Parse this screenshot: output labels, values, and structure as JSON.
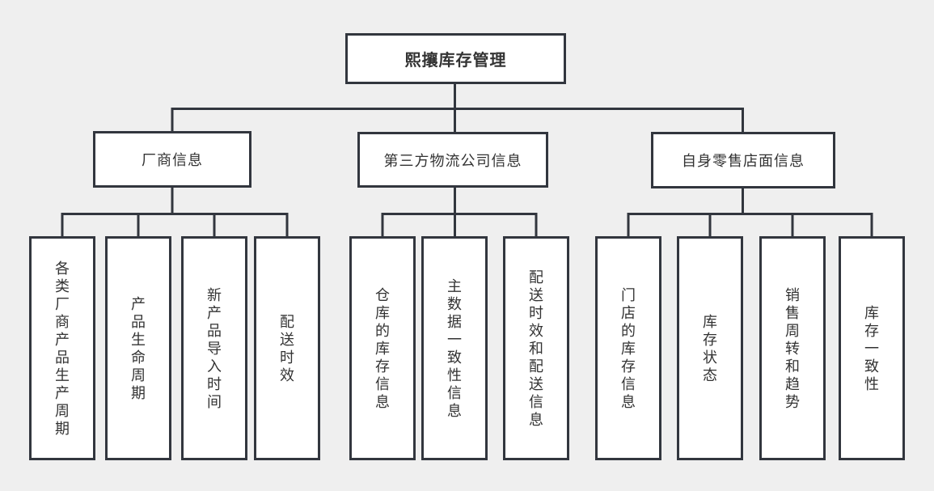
{
  "colors": {
    "background": "#efefef",
    "node_fill": "#ffffff",
    "node_border": "#32363e",
    "connector": "#32363e",
    "text": "#333333"
  },
  "diagram": {
    "root": {
      "label": "熙攘库存管理"
    },
    "branches": [
      {
        "label": "厂商信息",
        "children": [
          {
            "label": "各类厂商产品生产周期"
          },
          {
            "label": "产品生命周期"
          },
          {
            "label": "新产品导入时间"
          },
          {
            "label": "配送时效"
          }
        ]
      },
      {
        "label": "第三方物流公司信息",
        "children": [
          {
            "label": "仓库的库存信息"
          },
          {
            "label": "主数据一致性信息"
          },
          {
            "label": "配送时效和配送信息"
          }
        ]
      },
      {
        "label": "自身零售店面信息",
        "children": [
          {
            "label": "门店的库存信息"
          },
          {
            "label": "库存状态"
          },
          {
            "label": "销售周转和趋势"
          },
          {
            "label": "库存一致性"
          }
        ]
      }
    ]
  }
}
